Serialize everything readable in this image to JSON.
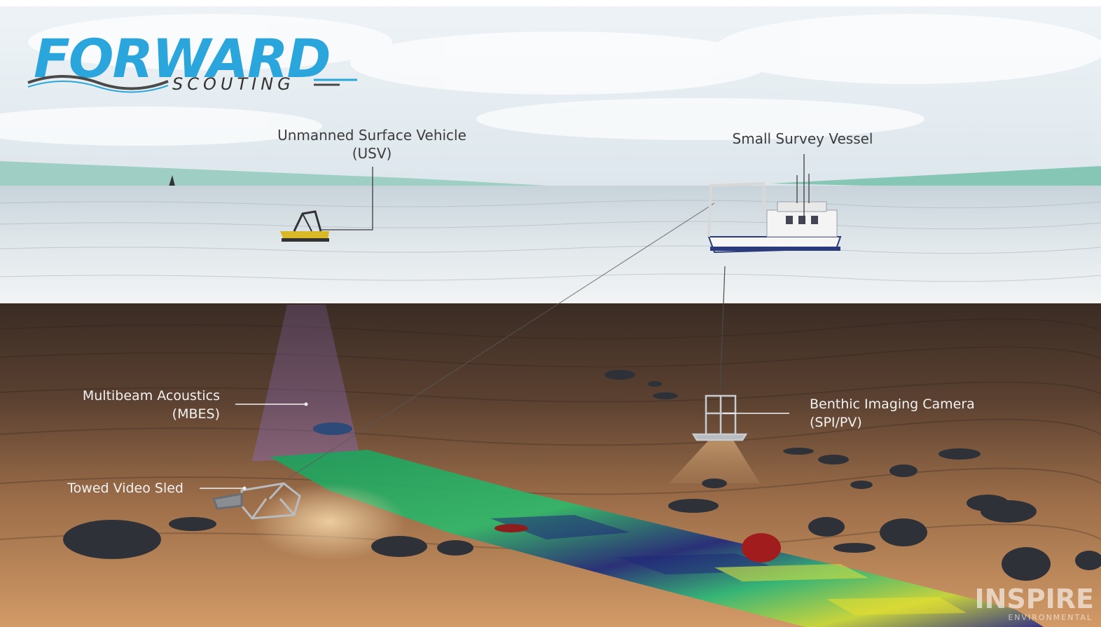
{
  "brand": {
    "title": "FORWARD",
    "subtitle": "SCOUTING"
  },
  "labels": {
    "usv": {
      "line1": "Unmanned Surface Vehicle",
      "line2": "(USV)"
    },
    "vessel": {
      "line1": "Small Survey Vessel"
    },
    "mbes": {
      "line1": "Multibeam Acoustics",
      "line2": "(MBES)"
    },
    "sled": {
      "line1": "Towed Video Sled"
    },
    "camera": {
      "line1": "Benthic Imaging Camera",
      "line2": "(SPI/PV)"
    }
  },
  "watermark": {
    "name": "INSPIRE",
    "sub": "ENVIRONMENTAL"
  },
  "colors": {
    "brand_blue": "#2aa6dc",
    "brand_gray": "#4a4a4a",
    "label_dark": "#3c3c3c",
    "label_light": "#f2f2f2",
    "sand": "#c89060",
    "water_surface": "#c8d2d8"
  }
}
